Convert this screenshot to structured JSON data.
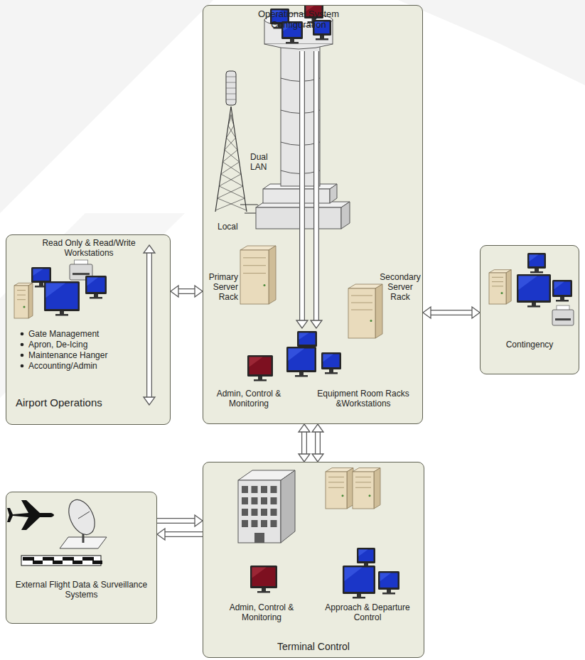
{
  "diagram": {
    "nodes": [
      {
        "text": [
          "Operational System Configuration",
          "Dual LAN",
          "Local",
          "Primary Server Rack",
          "Secondary Server Rack",
          "Admin, Control & Monitoring",
          "Equipment Room Racks &Workstations"
        ]
      },
      {
        "text": [
          "Read Only & Read/Write Workstations",
          "Gate Management",
          "Apron, De-Icing",
          "Maintenance Hanger",
          "Accounting/Admin",
          "Airport Operations"
        ]
      },
      {
        "text": [
          "Contingency"
        ]
      },
      {
        "text": [
          "Admin, Control & Monitoring",
          "Approach & Departure Control",
          "Terminal Control"
        ]
      },
      {
        "text": [
          "External Flight Data & Surveillance Systems"
        ]
      }
    ],
    "edges": [
      {
        "from": 1,
        "to": 0,
        "arrow": "both"
      },
      {
        "from": 2,
        "to": 0,
        "arrow": "both"
      },
      {
        "from": 0,
        "to": 3,
        "arrow": "both"
      },
      {
        "from": 0,
        "to": 3,
        "arrow": "both"
      },
      {
        "from": 4,
        "to": 3,
        "arrow": "to"
      },
      {
        "from": 3,
        "to": 4,
        "arrow": "to"
      }
    ]
  }
}
